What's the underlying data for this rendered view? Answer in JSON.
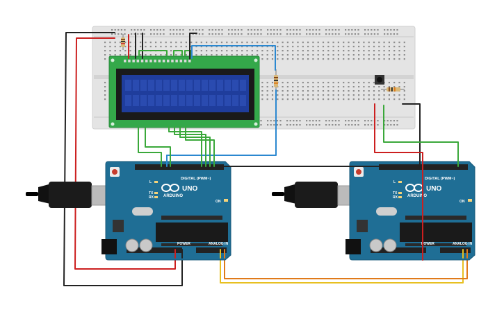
{
  "colors": {
    "breadboard": "#e4e4e4",
    "lcd_pcb": "#34a84a",
    "lcd_screen": "#1f3d9c",
    "arduino_board": "#1f6e95",
    "wire_black": "#222222",
    "wire_red": "#cc1f1f",
    "wire_green": "#3aa83a",
    "wire_blue": "#2b88d0",
    "wire_yellow": "#e8c021",
    "wire_orange": "#e07a1a"
  },
  "icons": {
    "usb_plug": "usb-plug-icon",
    "arduino_logo": "arduino-infinity-icon",
    "push_button": "push-button-icon"
  },
  "arduino_left": {
    "brand": "ARDUINO",
    "model": "UNO",
    "digital_header": "DIGITAL (PWM~)",
    "power_header": "POWER",
    "analog_header": "ANALOG IN",
    "on_led": "ON",
    "led_l": "L",
    "led_tx": "TX",
    "led_rx": "RX"
  },
  "arduino_right": {
    "brand": "ARDUINO",
    "model": "UNO",
    "digital_header": "DIGITAL (PWM~)",
    "power_header": "POWER",
    "analog_header": "ANALOG IN",
    "on_led": "ON",
    "led_l": "L",
    "led_tx": "TX",
    "led_rx": "RX"
  }
}
